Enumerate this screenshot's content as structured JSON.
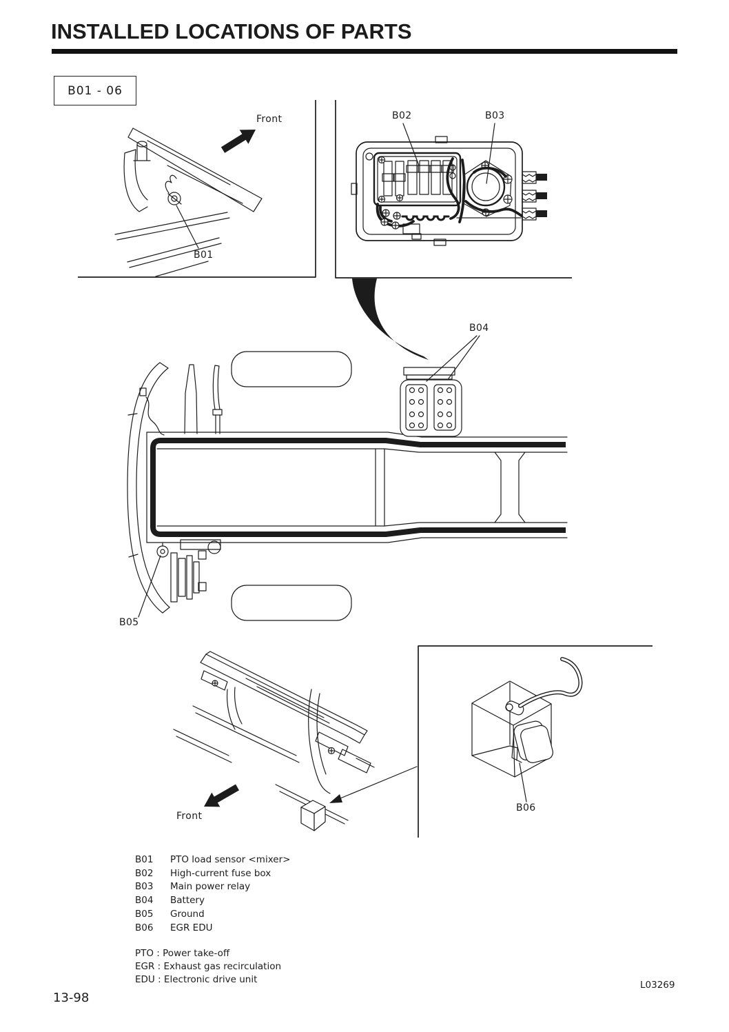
{
  "page": {
    "title": "INSTALLED LOCATIONS OF PARTS",
    "section_range": "B01 - 06",
    "page_number": "13-98",
    "figure_code": "L03269"
  },
  "labels": {
    "front_top": "Front",
    "front_bottom": "Front",
    "b01": "B01",
    "b02": "B02",
    "b03": "B03",
    "b04": "B04",
    "b05": "B05",
    "b06": "B06"
  },
  "legend": {
    "items": [
      {
        "code": "B01",
        "name": "PTO load sensor <mixer>"
      },
      {
        "code": "B02",
        "name": "High-current fuse box"
      },
      {
        "code": "B03",
        "name": "Main power relay"
      },
      {
        "code": "B04",
        "name": "Battery"
      },
      {
        "code": "B05",
        "name": "Ground"
      },
      {
        "code": "B06",
        "name": "EGR EDU"
      }
    ]
  },
  "abbreviations": [
    {
      "text": "PTO : Power take-off"
    },
    {
      "text": "EGR : Exhaust gas recirculation"
    },
    {
      "text": "EDU : Electronic drive unit"
    }
  ],
  "colors": {
    "ink": "#1c1c1c",
    "paper": "#ffffff"
  }
}
